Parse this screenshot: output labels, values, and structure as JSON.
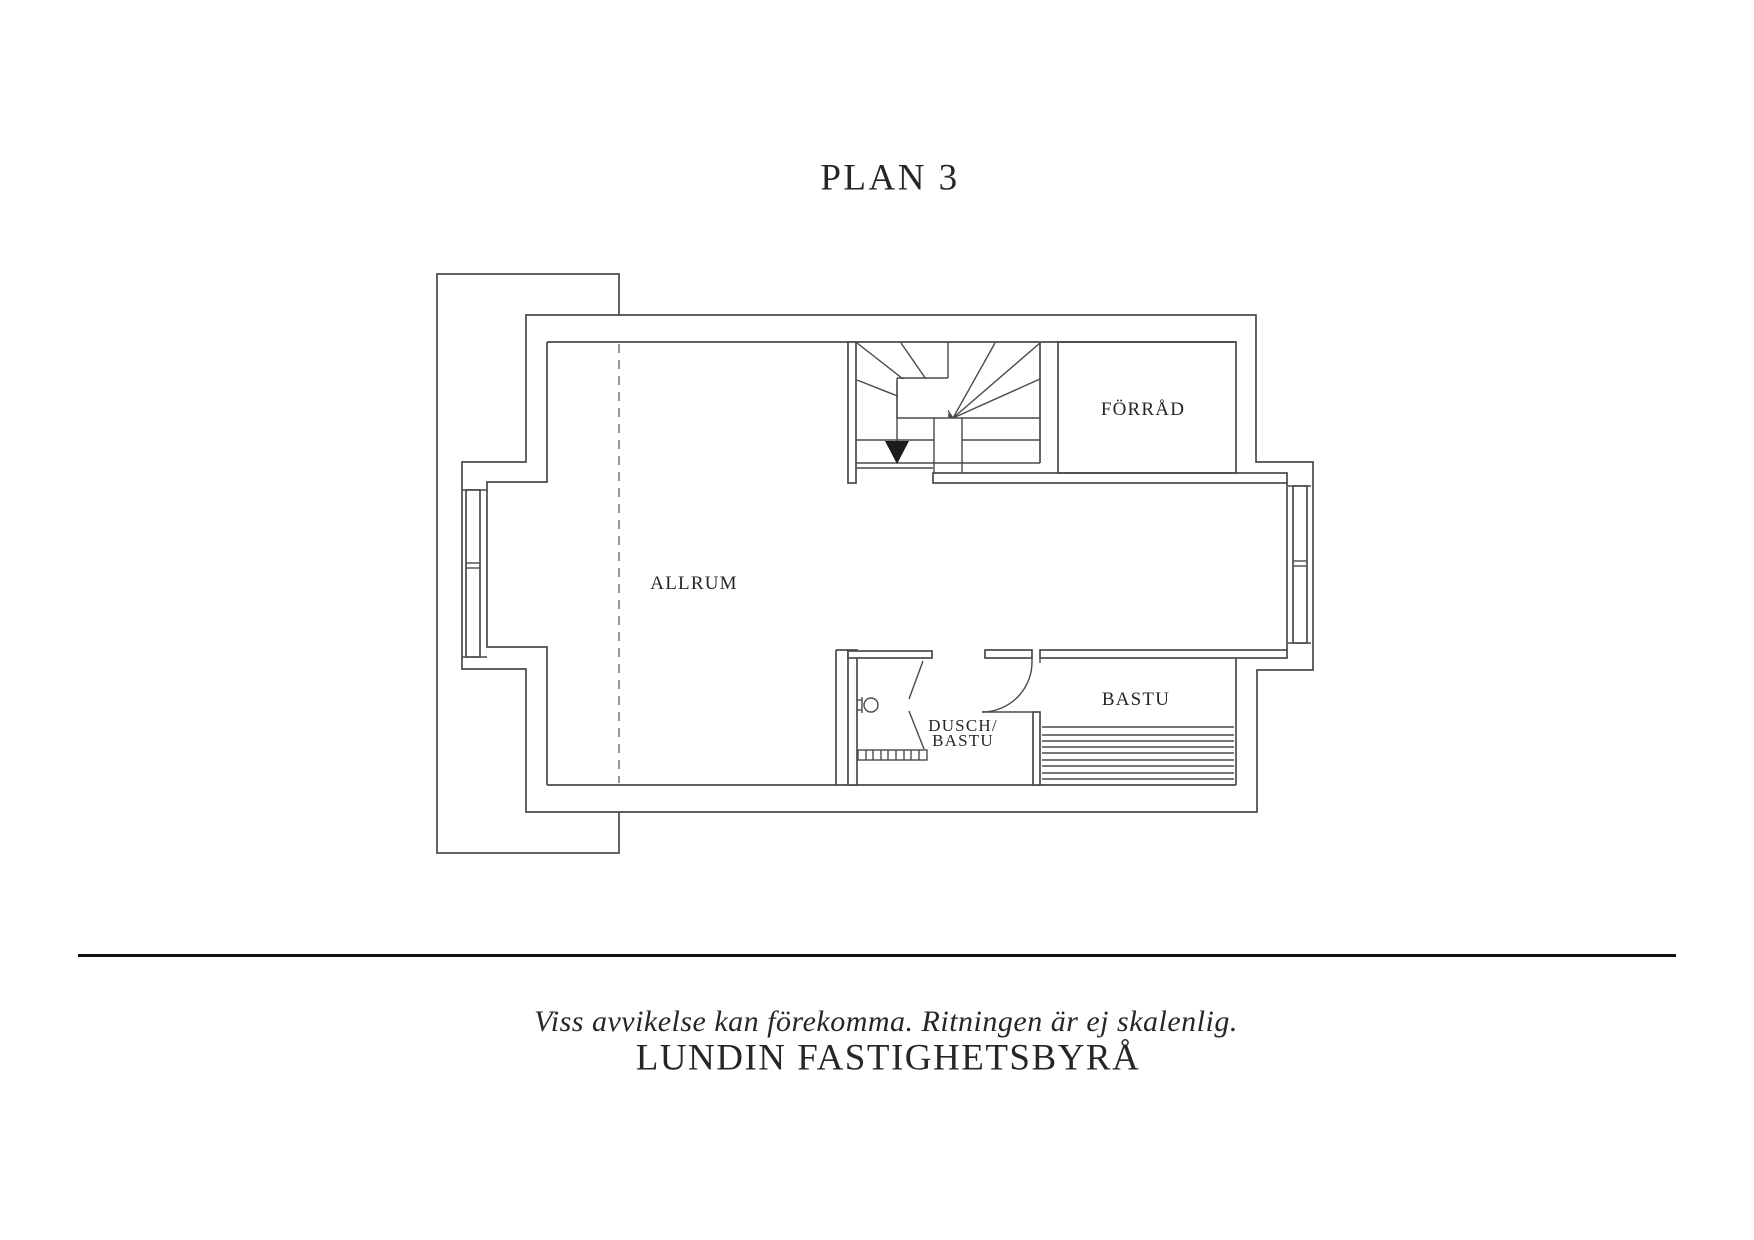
{
  "title": "PLAN 3",
  "rooms": {
    "allrum": "ALLRUM",
    "forrad": "FÖRRÅD",
    "dusch_bastu_line1": "DUSCH/",
    "dusch_bastu_line2": "BASTU",
    "bastu": "BASTU"
  },
  "stair": {
    "direction": "down"
  },
  "footer": {
    "disclaimer": "Viss avvikelse kan förekomma. Ritningen är ej skalenlig.",
    "company": "LUNDIN FASTIGHETSBYRÅ"
  },
  "colors": {
    "line": "#4a4a4a",
    "dashed": "#8a8a8a",
    "text": "#262626",
    "arrow": "#1c1c1c",
    "bg": "#ffffff"
  }
}
